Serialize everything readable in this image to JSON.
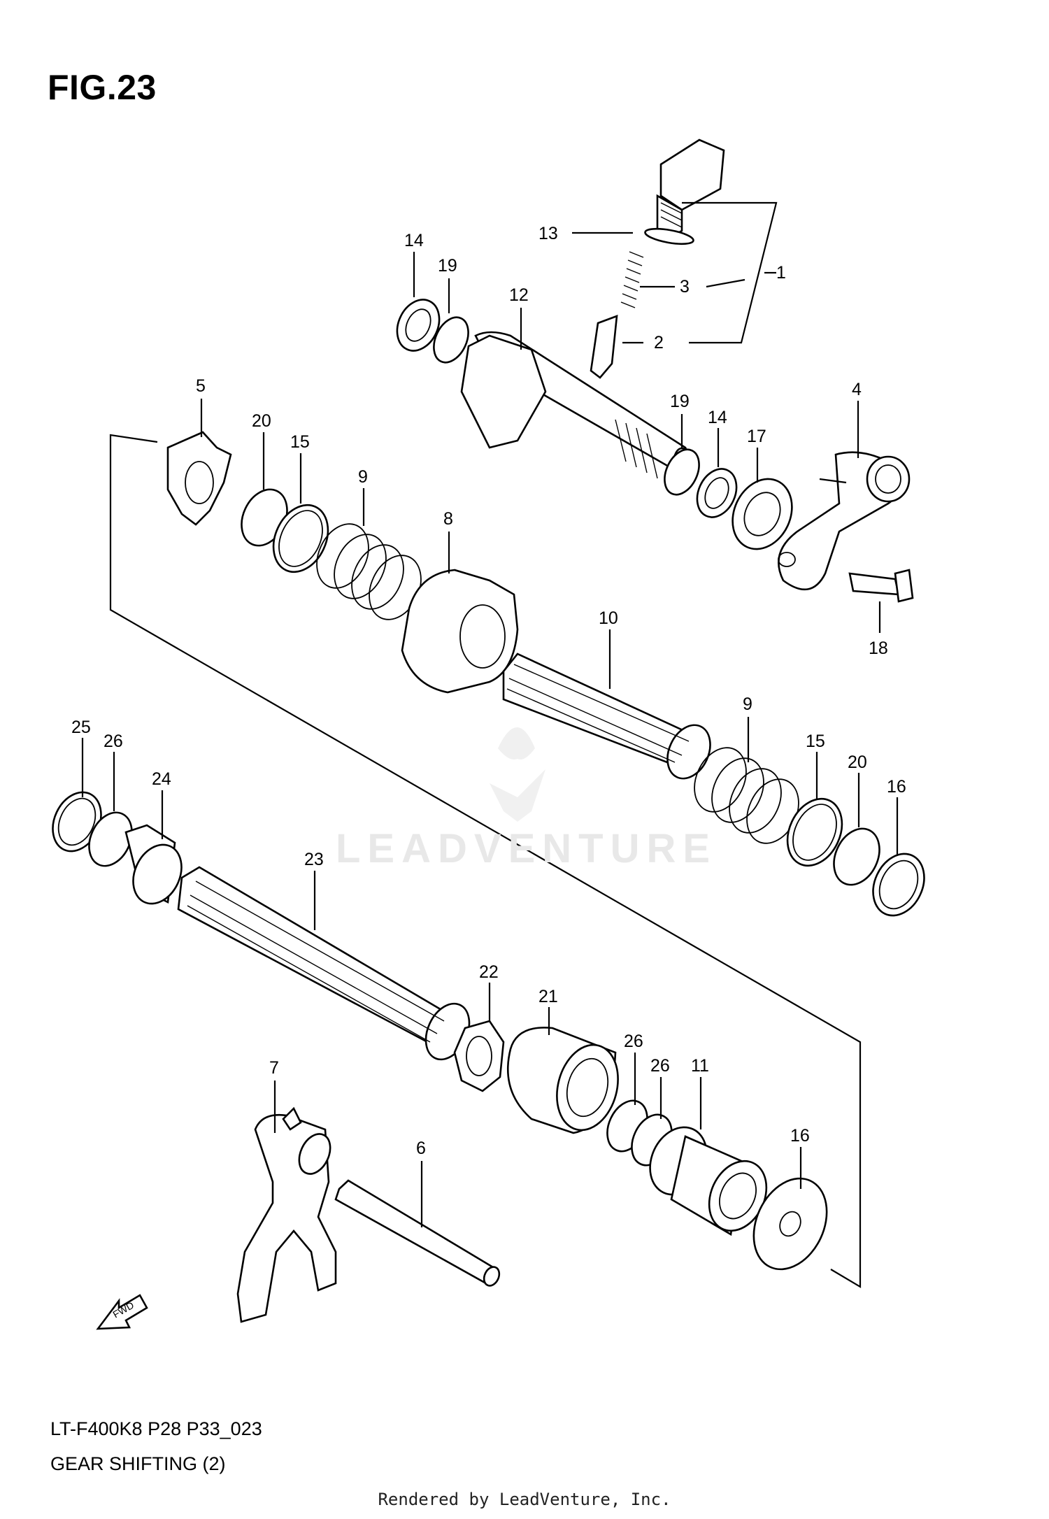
{
  "figure": {
    "title": "FIG.23",
    "model_code": "LT-F400K8 P28 P33_023",
    "section_title": "GEAR SHIFTING (2)",
    "footer": "Rendered by LeadVenture, Inc.",
    "watermark": "LEADVENTURE",
    "fwd_label": "FWD"
  },
  "callouts": [
    "1",
    "2",
    "3",
    "4",
    "5",
    "6",
    "7",
    "8",
    "9",
    "9",
    "10",
    "11",
    "12",
    "13",
    "14",
    "14",
    "15",
    "15",
    "16",
    "16",
    "17",
    "18",
    "19",
    "19",
    "20",
    "20",
    "21",
    "22",
    "23",
    "24",
    "25",
    "26",
    "26",
    "26"
  ],
  "icons": [
    "fwd-arrow-icon",
    "leadventure-logo-icon"
  ]
}
